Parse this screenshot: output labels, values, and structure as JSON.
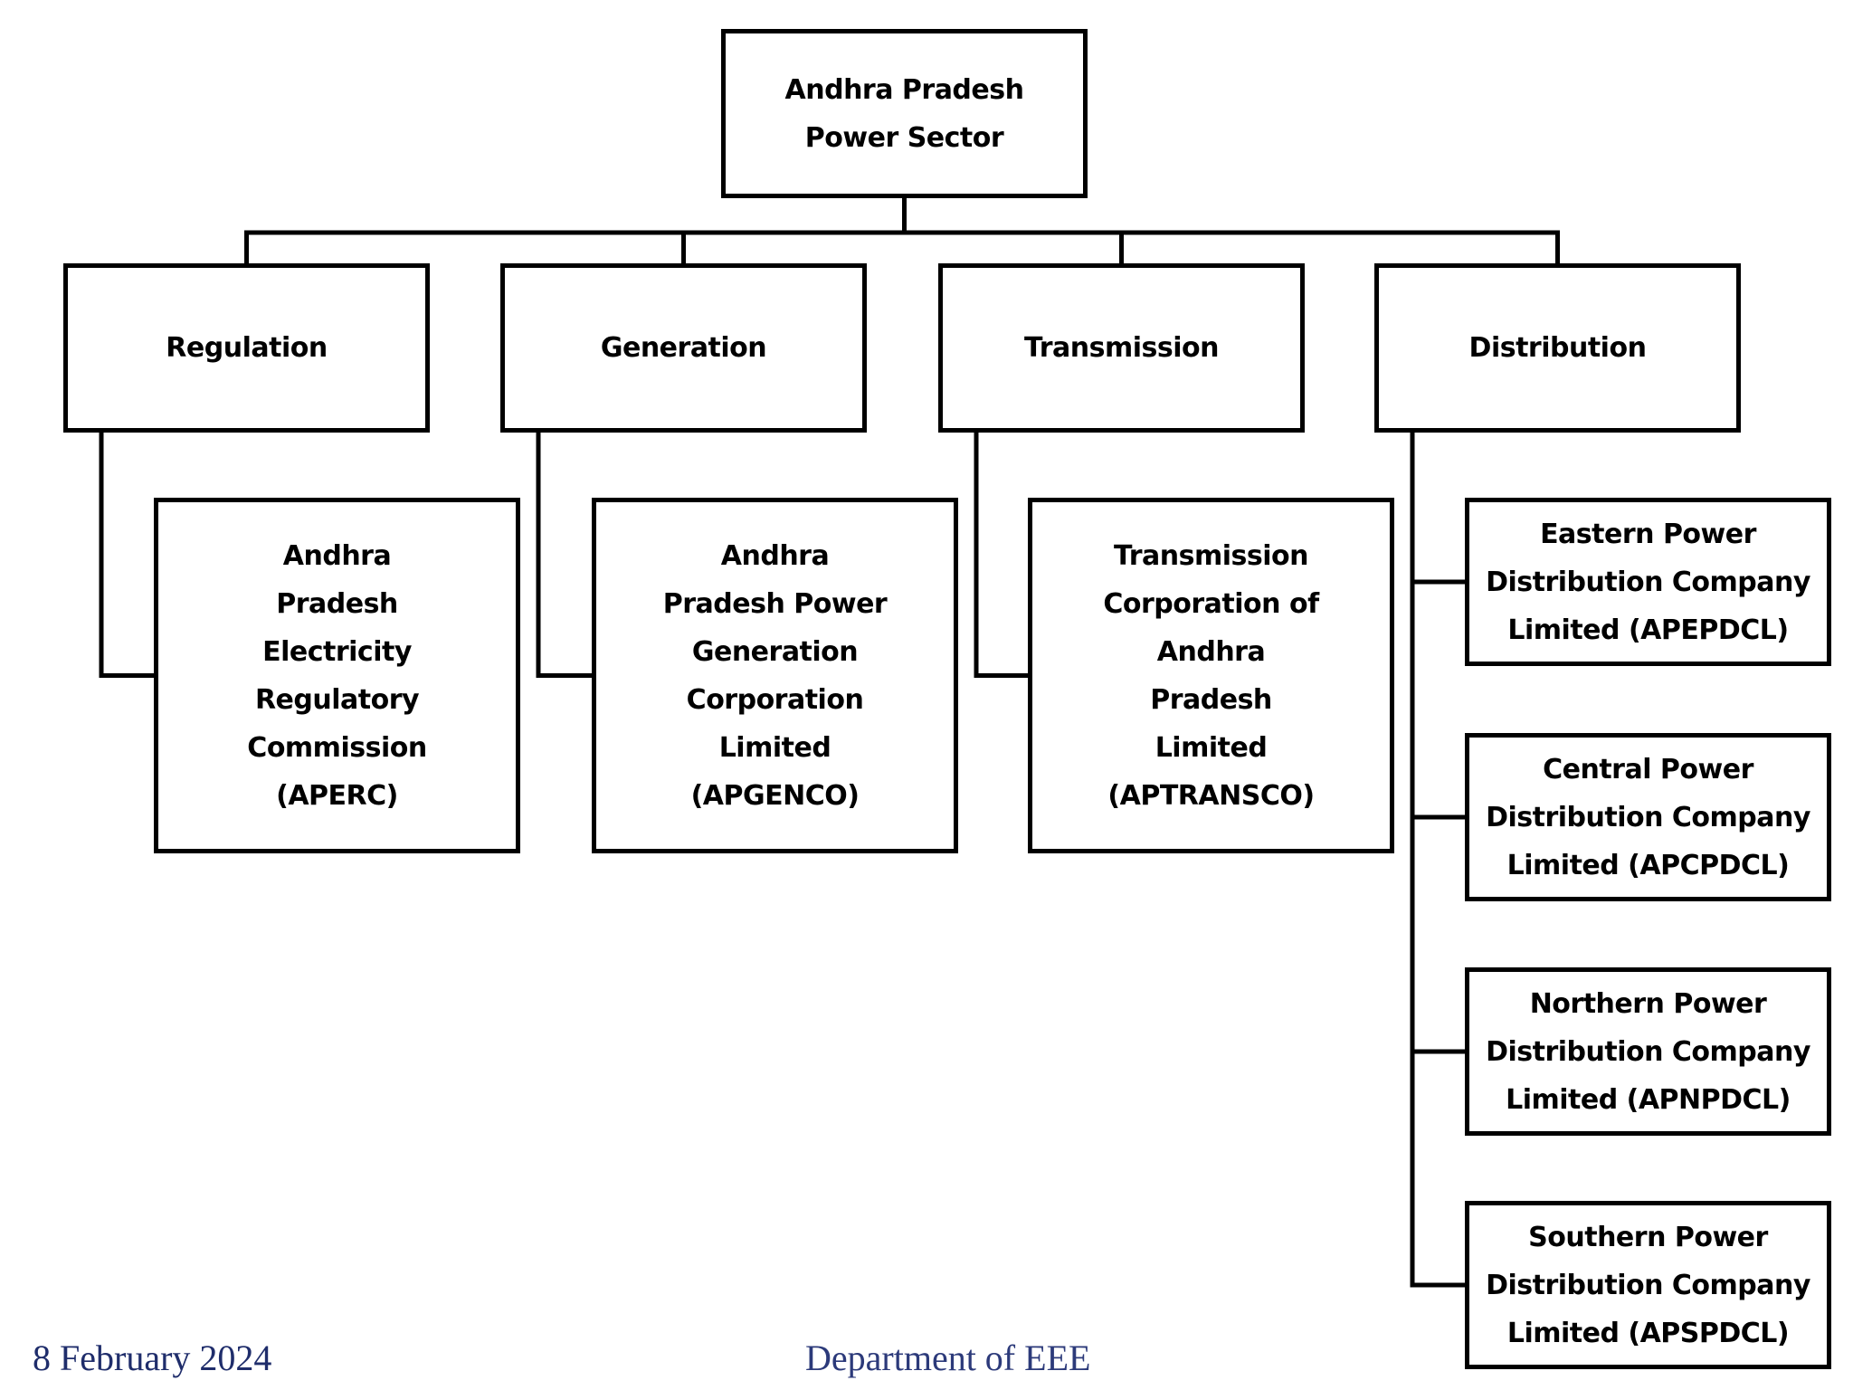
{
  "diagram": {
    "root": {
      "label": "Andhra Pradesh\nPower Sector"
    },
    "categories": [
      {
        "id": "regulation",
        "label": "Regulation"
      },
      {
        "id": "generation",
        "label": "Generation"
      },
      {
        "id": "transmission",
        "label": "Transmission"
      },
      {
        "id": "distribution",
        "label": "Distribution"
      }
    ],
    "entities": [
      {
        "id": "aperc",
        "label": "Andhra\nPradesh\nElectricity\nRegulatory\nCommission\n(APERC)"
      },
      {
        "id": "apgenco",
        "label": "Andhra\nPradesh Power\nGeneration\nCorporation\nLimited\n(APGENCO)"
      },
      {
        "id": "aptransco",
        "label": "Transmission\nCorporation of\nAndhra\nPradesh\nLimited\n(APTRANSCO)"
      }
    ],
    "discoms": [
      {
        "id": "apepdcl",
        "label": "Eastern Power\nDistribution Company\nLimited (APEPDCL)"
      },
      {
        "id": "apcpdcl",
        "label": "Central Power\nDistribution Company\nLimited (APCPDCL)"
      },
      {
        "id": "apnpdcl",
        "label": "Northern Power\nDistribution Company\nLimited (APNPDCL)"
      },
      {
        "id": "apspdcl",
        "label": "Southern Power\nDistribution Company\nLimited (APSPDCL)"
      }
    ]
  },
  "footer": {
    "left": "8 February 2024",
    "center": "Department of EEE"
  },
  "colors": {
    "border": "#000000",
    "background": "#ffffff",
    "footer_text": "#1f2d6b"
  }
}
